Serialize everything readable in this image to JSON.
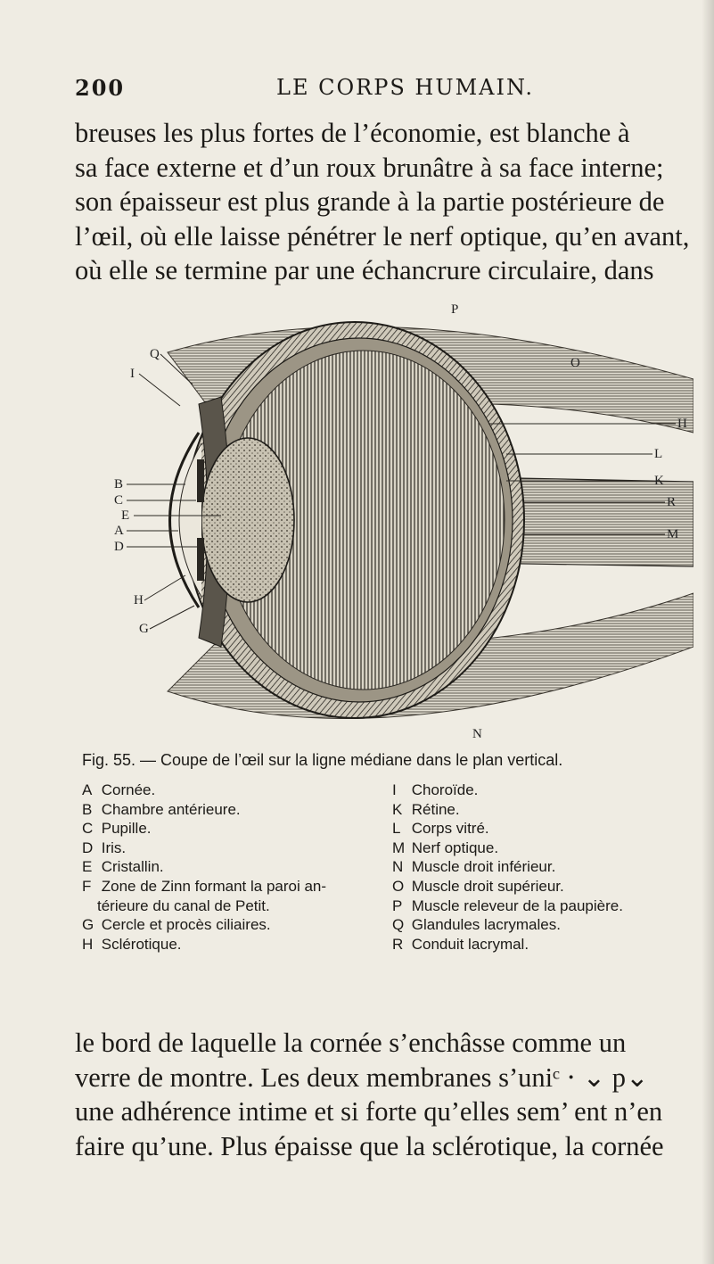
{
  "header": {
    "page_number": "200",
    "running_title": "LE CORPS HUMAIN."
  },
  "paragraph_top": [
    "breuses les plus fortes de l’économie, est blanche à",
    "sa face externe et d’un roux brunâtre à sa face interne;",
    "son épaisseur est plus grande à la partie postérieure de",
    "l’œil, où elle laisse pénétrer le nerf optique, qu’en avant,",
    "où elle se termine par une échancrure circulaire, dans"
  ],
  "figure": {
    "labels_left": [
      "Q",
      "I",
      "B",
      "C",
      "E",
      "A",
      "D",
      "H",
      "G"
    ],
    "labels_right": [
      "P",
      "O",
      "H",
      "L",
      "K",
      "R",
      "M",
      "N"
    ],
    "caption": "Fig. 55. — Coupe de l’œil sur la ligne médiane dans le plan vertical."
  },
  "legend_left": [
    {
      "key": "A",
      "text": "Cornée."
    },
    {
      "key": "B",
      "text": "Chambre antérieure."
    },
    {
      "key": "C",
      "text": "Pupille."
    },
    {
      "key": "D",
      "text": "Iris."
    },
    {
      "key": "E",
      "text": "Cristallin."
    },
    {
      "key": "F",
      "text": "Zone de Zinn formant la paroi an-",
      "cont": "térieure du canal de Petit."
    },
    {
      "key": "G",
      "text": "Cercle et procès ciliaires."
    },
    {
      "key": "H",
      "text": "Sclérotique."
    }
  ],
  "legend_right": [
    {
      "key": "I",
      "text": "Choroïde."
    },
    {
      "key": "K",
      "text": "Rétine."
    },
    {
      "key": "L",
      "text": "Corps vitré."
    },
    {
      "key": "M",
      "text": "Nerf optique."
    },
    {
      "key": "N",
      "text": "Muscle droit inférieur."
    },
    {
      "key": "O",
      "text": "Muscle droit supérieur."
    },
    {
      "key": "P",
      "text": "Muscle releveur de la paupière."
    },
    {
      "key": "Q",
      "text": "Glandules lacrymales."
    },
    {
      "key": "R",
      "text": "Conduit lacrymal."
    }
  ],
  "paragraph_bottom": [
    "le bord de laquelle la cornée s’enchâsse comme un",
    "verre de montre. Les deux membranes s’uniᶜ ⋅ ⌄ p⌄",
    "une adhérence intime et si forte qu’elles sem’ ent n’en",
    "faire qu’une. Plus épaisse que la sclérotique, la cornée"
  ]
}
